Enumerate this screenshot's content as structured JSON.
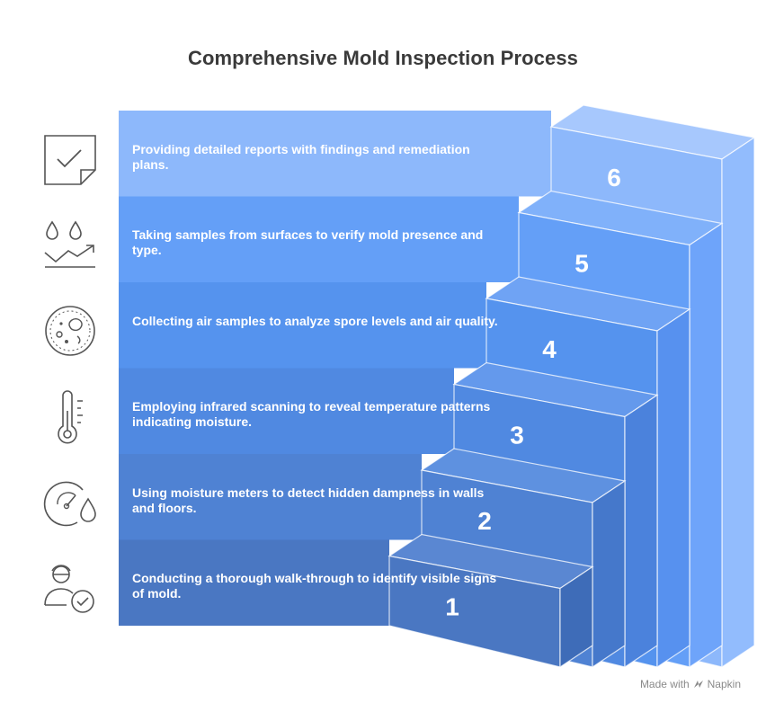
{
  "title": "Comprehensive Mold Inspection Process",
  "steps": [
    {
      "number": "1",
      "text": "Conducting a thorough walk-through to identify visible signs of mold.",
      "icon": "inspector-check-icon"
    },
    {
      "number": "2",
      "text": "Using moisture meters to detect hidden dampness in walls and floors.",
      "icon": "moisture-meter-icon"
    },
    {
      "number": "3",
      "text": "Employing infrared scanning to reveal temperature patterns indicating moisture.",
      "icon": "thermometer-icon"
    },
    {
      "number": "4",
      "text": "Collecting air samples to analyze spore levels and air quality.",
      "icon": "petri-dish-icon"
    },
    {
      "number": "5",
      "text": "Taking samples from surfaces to verify mold presence and type.",
      "icon": "droplets-trend-icon"
    },
    {
      "number": "6",
      "text": "Providing detailed reports with findings and remediation plans.",
      "icon": "report-check-icon"
    }
  ],
  "colors": {
    "band": [
      "#4a77c2",
      "#4f82d3",
      "#5089e1",
      "#5593ee",
      "#649ff7",
      "#8db8fb"
    ],
    "top": [
      "#5a87d2",
      "#5e91e0",
      "#6499ec",
      "#6fa3f4",
      "#80b1fa",
      "#a7c8fd"
    ],
    "side": [
      "#3e6cb8",
      "#4578cb",
      "#4b82dc",
      "#5791ef",
      "#6ea4fa",
      "#92bcfd"
    ],
    "title": "#3a3a3a"
  },
  "watermark": {
    "prefix": "Made with",
    "brand": "Napkin"
  }
}
